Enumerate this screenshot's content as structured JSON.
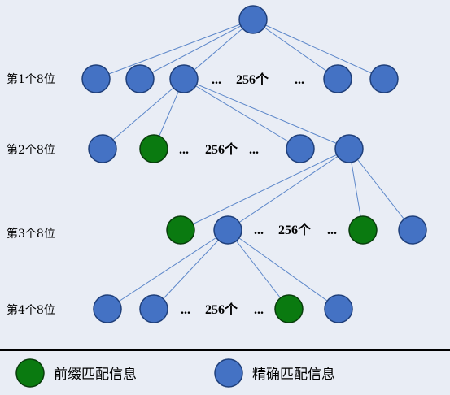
{
  "levels": [
    {
      "label": "第1个8位",
      "count_text": "256个"
    },
    {
      "label": "第2个8位",
      "count_text": "256个"
    },
    {
      "label": "第3个8位",
      "count_text": "256个"
    },
    {
      "label": "第4个8位",
      "count_text": "256个"
    }
  ],
  "ellipsis": "...",
  "legend": {
    "prefix_label": "前缀匹配信息",
    "exact_label": "精确匹配信息"
  },
  "colors": {
    "exact_node": "#4472c4",
    "prefix_node": "#0a7a10",
    "edge": "#5b86c9",
    "background": "#e9edf5"
  },
  "node_types": {
    "root": "exact",
    "level1": [
      "exact",
      "exact",
      "exact",
      "exact",
      "exact"
    ],
    "level2": [
      "exact",
      "prefix",
      "exact",
      "exact"
    ],
    "level3": [
      "prefix",
      "exact",
      "prefix",
      "exact"
    ],
    "level4": [
      "exact",
      "exact",
      "prefix",
      "exact"
    ]
  }
}
